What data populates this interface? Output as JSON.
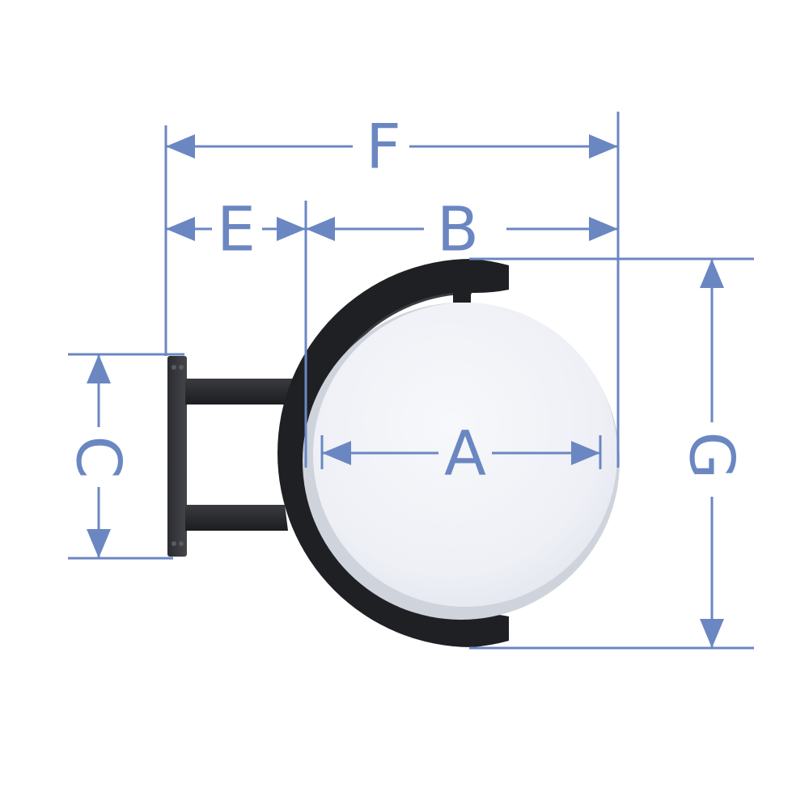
{
  "diagram": {
    "labels": {
      "a": "A",
      "b": "B",
      "c": "C",
      "e": "E",
      "f": "F",
      "g": "G"
    },
    "colors": {
      "dimension": "#6b87c2",
      "frame": "#222326",
      "panel": "#f1f3f8",
      "background": "#ffffff"
    }
  }
}
